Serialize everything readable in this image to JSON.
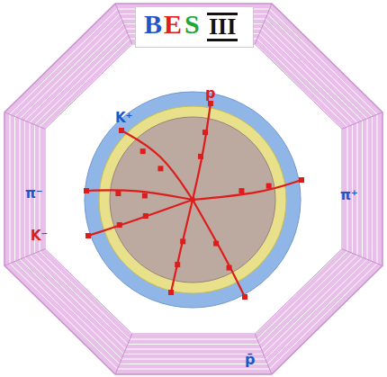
{
  "diagram": {
    "labels": [
      "B",
      "E",
      "S",
      "III",
      "K⁺",
      "p",
      "π⁺",
      "π⁻",
      "K⁻",
      "p̄"
    ]
  }
}
